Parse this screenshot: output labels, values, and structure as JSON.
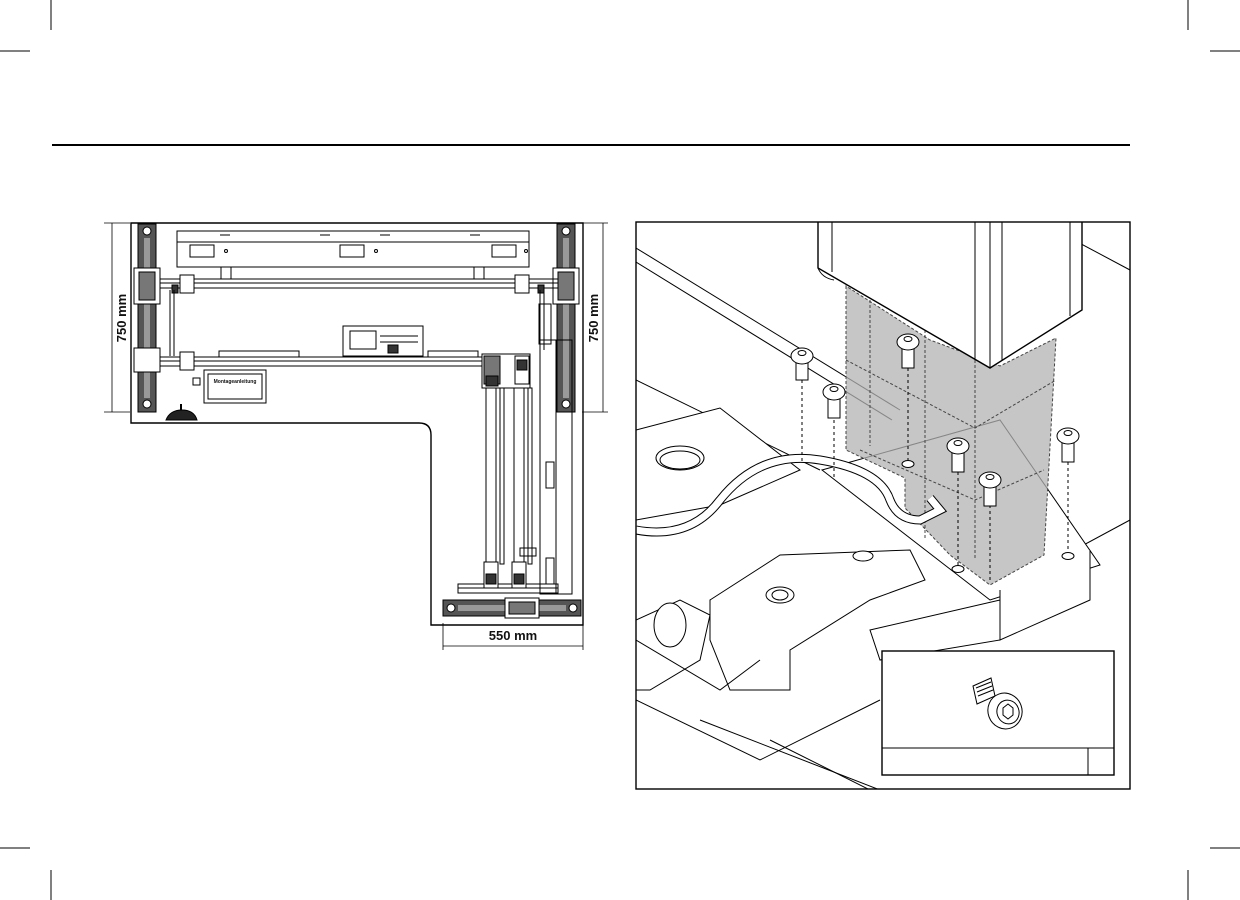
{
  "left_figure": {
    "dim_left": "750 mm",
    "dim_right": "750 mm",
    "dim_bottom": "550 mm",
    "plate_label": "Montageanleitung"
  },
  "right_figure": {
    "inset_caption": "",
    "inset_count": ""
  }
}
